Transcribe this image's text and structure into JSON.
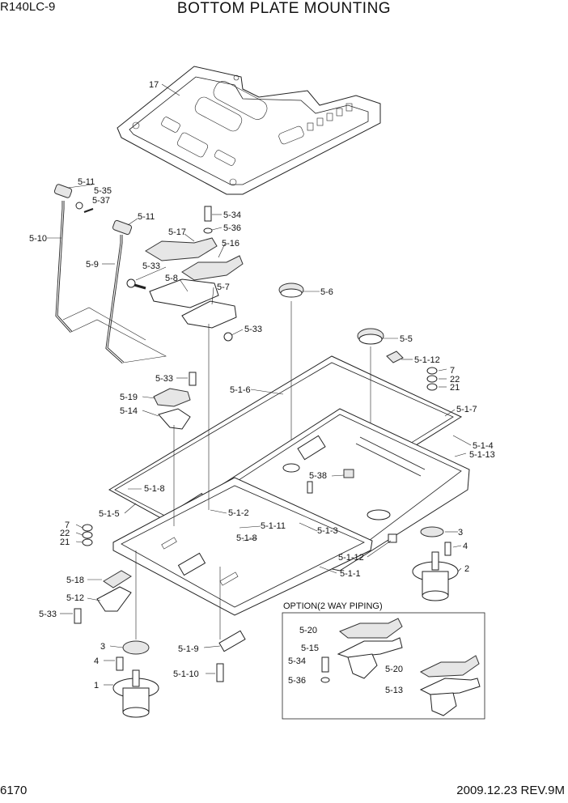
{
  "header": {
    "model": "R140LC-9",
    "title": "BOTTOM PLATE MOUNTING"
  },
  "footer": {
    "page": "6170",
    "revision": "2009.12.23  REV.9M"
  },
  "option_box": {
    "title": "OPTION(2 WAY PIPING)"
  },
  "labels": [
    "17",
    "5-11",
    "5-35",
    "5-37",
    "5-10",
    "5-11",
    "5-9",
    "5-34",
    "5-36",
    "5-17",
    "5-16",
    "5-33",
    "5-8",
    "5-7",
    "5-33",
    "5-6",
    "5-5",
    "5-1-12",
    "7",
    "22",
    "21",
    "5-33",
    "5-1-6",
    "5-19",
    "5-14",
    "5-1-7",
    "5-1-4",
    "5-1-13",
    "5-38",
    "5-1-8",
    "5-1-2",
    "5-1-5",
    "7",
    "22",
    "21",
    "5-1-11",
    "5-1-3",
    "5-1-8",
    "3",
    "4",
    "5-1-12",
    "2",
    "5-1-1",
    "5-18",
    "5-12",
    "5-33",
    "3",
    "4",
    "1",
    "5-1-9",
    "5-1-10",
    "5-20",
    "5-15",
    "5-34",
    "5-36",
    "5-20",
    "5-13"
  ]
}
